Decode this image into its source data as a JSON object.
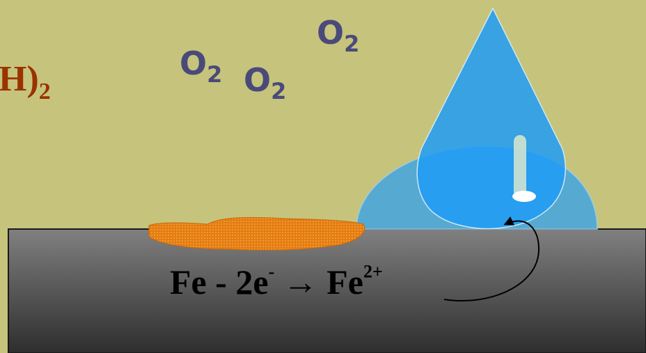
{
  "labels": {
    "rust_formula_fragment": "H)",
    "rust_formula_subscript": "2",
    "oxygen_symbol": "O",
    "oxygen_subscript": "2",
    "reaction_lhs": "Fe - 2e",
    "electron_charge": "-",
    "arrow": "→",
    "reaction_product": "Fe",
    "product_charge": "2+"
  },
  "colors": {
    "background": "#c6c47c",
    "metal_top": "#7f7f7f",
    "metal_bottom": "#2f2f2f",
    "water_drop": "#2a9cf4",
    "water_spread": "#3aa3e6",
    "rust": "#e07a10",
    "oxygen_text": "#4a4a7a",
    "rust_text": "#993300"
  }
}
